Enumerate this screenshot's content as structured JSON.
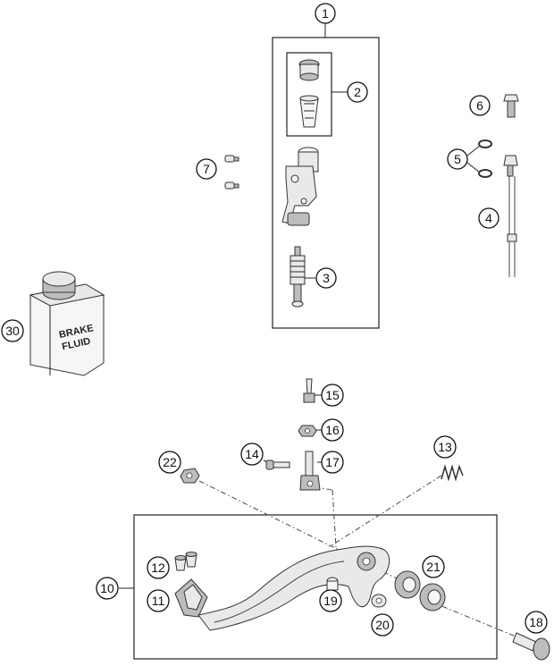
{
  "diagram": {
    "callouts": [
      {
        "id": "1",
        "label": "1"
      },
      {
        "id": "2",
        "label": "2"
      },
      {
        "id": "3",
        "label": "3"
      },
      {
        "id": "4",
        "label": "4"
      },
      {
        "id": "5",
        "label": "5"
      },
      {
        "id": "6",
        "label": "6"
      },
      {
        "id": "7",
        "label": "7"
      },
      {
        "id": "10",
        "label": "10"
      },
      {
        "id": "11",
        "label": "11"
      },
      {
        "id": "12",
        "label": "12"
      },
      {
        "id": "13",
        "label": "13"
      },
      {
        "id": "14",
        "label": "14"
      },
      {
        "id": "15",
        "label": "15"
      },
      {
        "id": "16",
        "label": "16"
      },
      {
        "id": "17",
        "label": "17"
      },
      {
        "id": "18",
        "label": "18"
      },
      {
        "id": "19",
        "label": "19"
      },
      {
        "id": "20",
        "label": "20"
      },
      {
        "id": "21",
        "label": "21"
      },
      {
        "id": "22",
        "label": "22"
      },
      {
        "id": "30",
        "label": "30"
      }
    ],
    "fluid_can": {
      "line1": "BRAKE",
      "line2": "FLUID"
    }
  }
}
